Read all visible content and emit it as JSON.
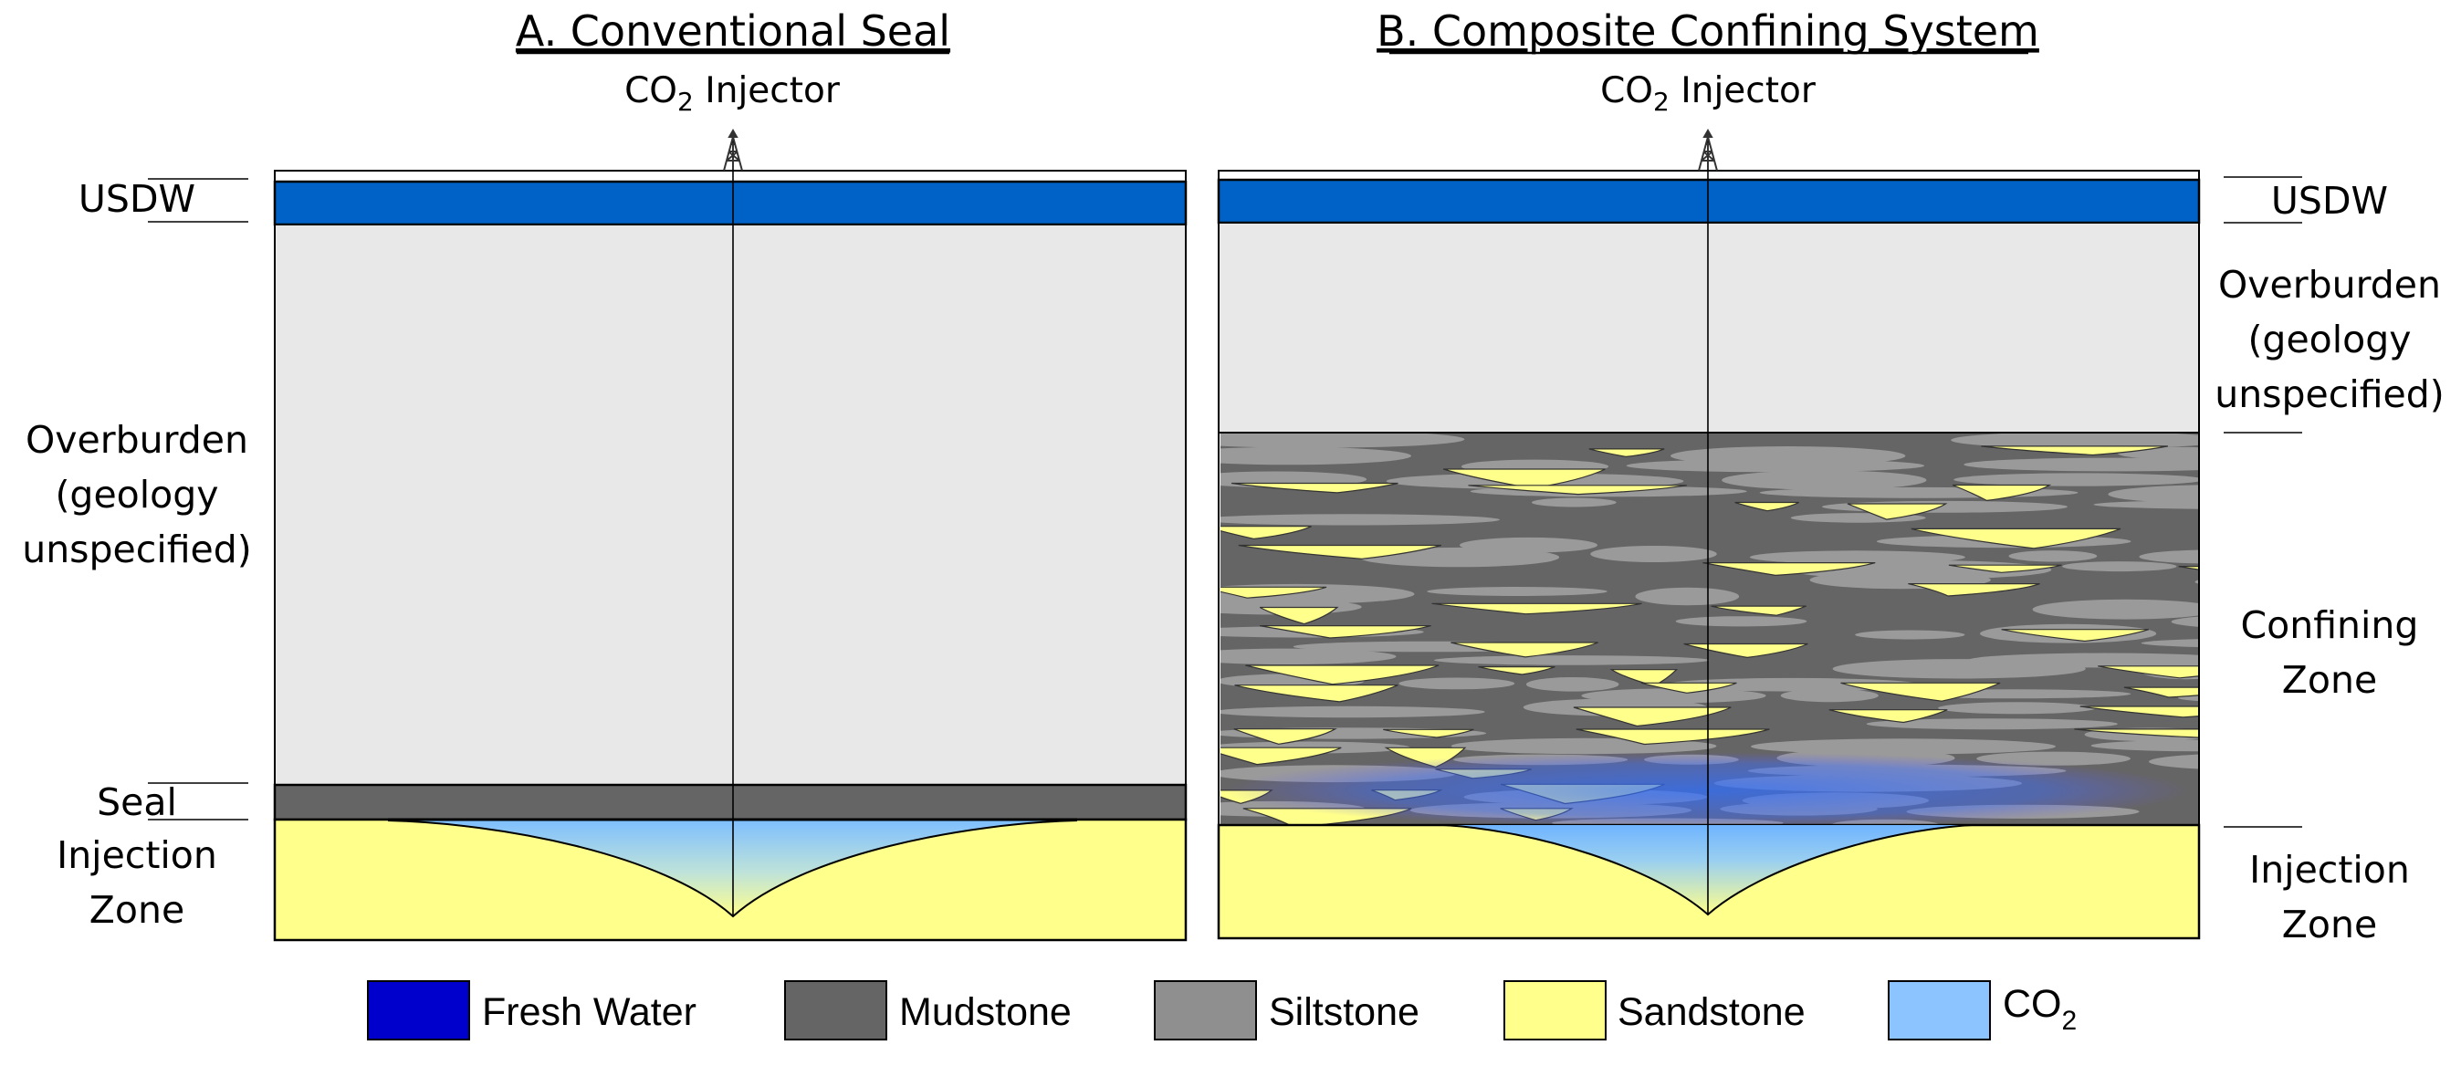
{
  "panels": [
    {
      "title": "A.  Conventional Seal",
      "injector_label": {
        "main": "CO",
        "sub": "2",
        "rest": " Injector"
      },
      "labels": {
        "usdw": "USDW",
        "overburden": [
          "Overburden",
          "(geology",
          "unspecified)"
        ],
        "seal": "Seal",
        "injection_zone": [
          "Injection",
          "Zone"
        ]
      }
    },
    {
      "title": "B. Composite Confining System",
      "injector_label": {
        "main": "CO",
        "sub": "2",
        "rest": " Injector"
      },
      "labels": {
        "usdw": "USDW",
        "overburden": [
          "Overburden",
          "(geology",
          "unspecified)"
        ],
        "confining_zone": [
          "Confining",
          "Zone"
        ],
        "injection_zone": [
          "Injection",
          "Zone"
        ]
      }
    }
  ],
  "legend": [
    {
      "label": "Fresh Water",
      "color": "#0000CC"
    },
    {
      "label": "Mudstone",
      "color": "#656565"
    },
    {
      "label": "Siltstone",
      "color": "#8F8F8F"
    },
    {
      "label": "Sandstone",
      "color": "#FFFF8C"
    },
    {
      "label": "CO",
      "sub": "2",
      "color": "#8CC4FF"
    }
  ],
  "colors": {
    "usdw": "#0062C6",
    "overburden": "#E8E8E8",
    "mudstone": "#656565",
    "siltstone": "#9A9A9A",
    "sandstone": "#FFFF8C",
    "co2": "#8CC4FF"
  }
}
